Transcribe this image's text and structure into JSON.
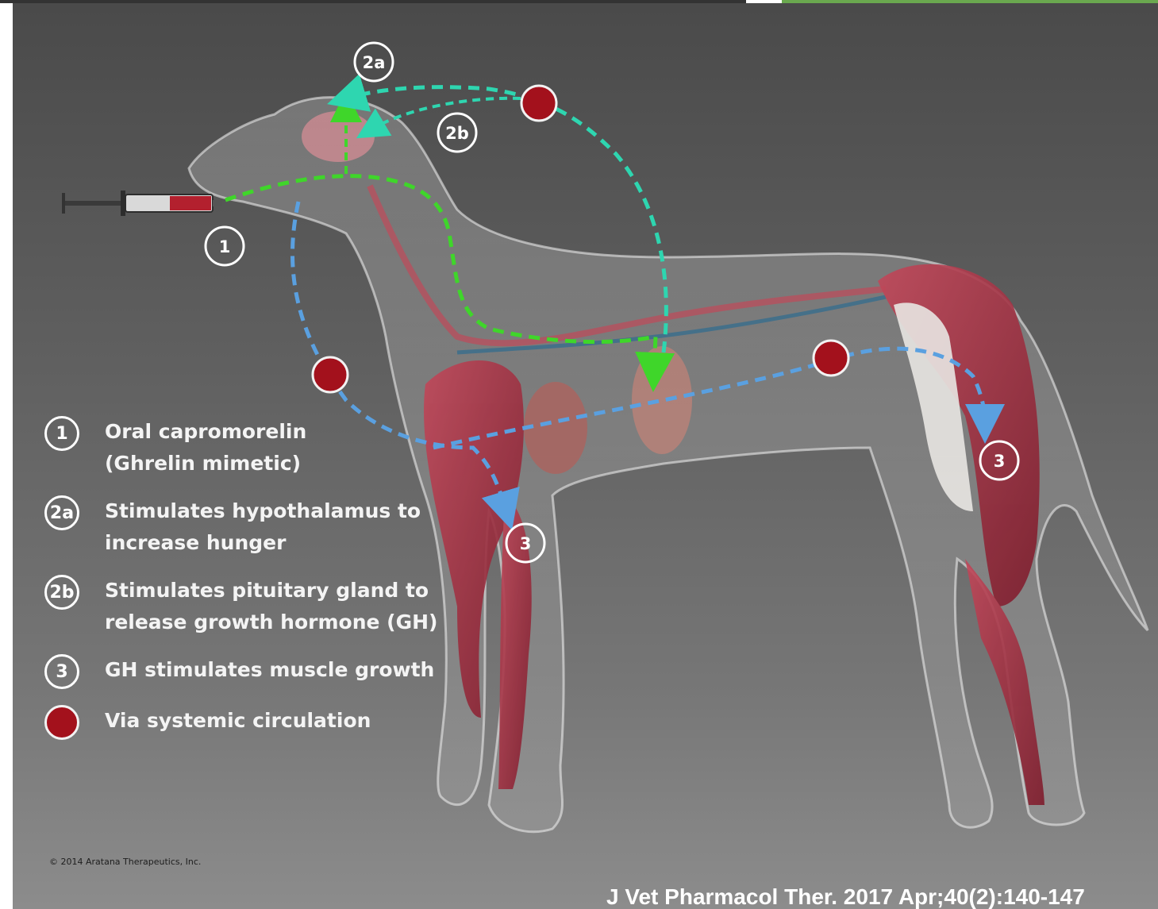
{
  "markers": {
    "step1": "1",
    "step2a": "2a",
    "step2b": "2b",
    "step3": "3"
  },
  "legend": [
    {
      "marker": "1",
      "text": "Oral capromorelin\n(Ghrelin mimetic)"
    },
    {
      "marker": "2a",
      "text": "Stimulates hypothalamus to\nincrease hunger"
    },
    {
      "marker": "2b",
      "text": "Stimulates pituitary gland to\nrelease growth hormone (GH)"
    },
    {
      "marker": "3",
      "text": "GH stimulates muscle growth"
    },
    {
      "marker": "",
      "text": "Via systemic circulation"
    }
  ],
  "copyright": "© 2014 Aratana Therapeutics, Inc.",
  "citation": "J Vet Pharmacol Ther. 2017 Apr;40(2):140-147",
  "colors": {
    "background_top": "#4a4a4a",
    "background_bottom": "#8c8c8c",
    "green_path": "#3fd62a",
    "teal_path": "#2ed6b0",
    "blue_path": "#5aa0e0",
    "circulation_dot": "#a3111c",
    "muscle": "#9e2a3a"
  }
}
